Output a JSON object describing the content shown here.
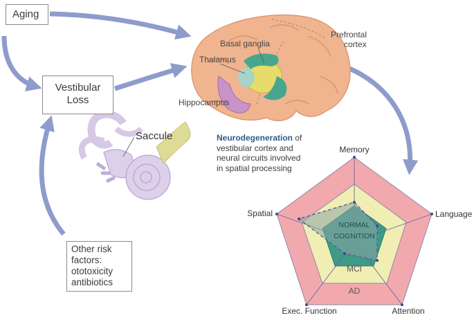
{
  "boxes": {
    "aging": "Aging",
    "vestibular_loss": [
      "Vestibular",
      "Loss"
    ],
    "other_risk": [
      "Other risk",
      "factors:",
      "ototoxicity",
      "antibiotics"
    ]
  },
  "brain": {
    "labels": {
      "basal_ganglia": "Basal ganglia",
      "prefrontal_line1": "Prefrontal",
      "prefrontal_line2": "cortex",
      "thalamus": "Thalamus",
      "hippocampus": "Hippocampus"
    },
    "caption": {
      "bold": "Neurodegeneration",
      "rest_line1": " of",
      "line2": "vestibular cortex and",
      "line3": "neural circuits involved",
      "line4": "in spatial processing"
    }
  },
  "ear": {
    "label": "Saccule"
  },
  "radar": {
    "axes": [
      "Memory",
      "Language",
      "Attention",
      "Exec. Function",
      "Spatial"
    ],
    "zones": [
      "NORMAL",
      "COGNITION",
      "MCI",
      "AD"
    ],
    "colors": {
      "ad": "#f2a9ad",
      "mci": "#f1eeb3",
      "normal": "#3f9a87"
    }
  },
  "colors": {
    "arrow": "#8e9ccc",
    "brain": "#f0b48f",
    "ear": "#ddd0ea"
  }
}
